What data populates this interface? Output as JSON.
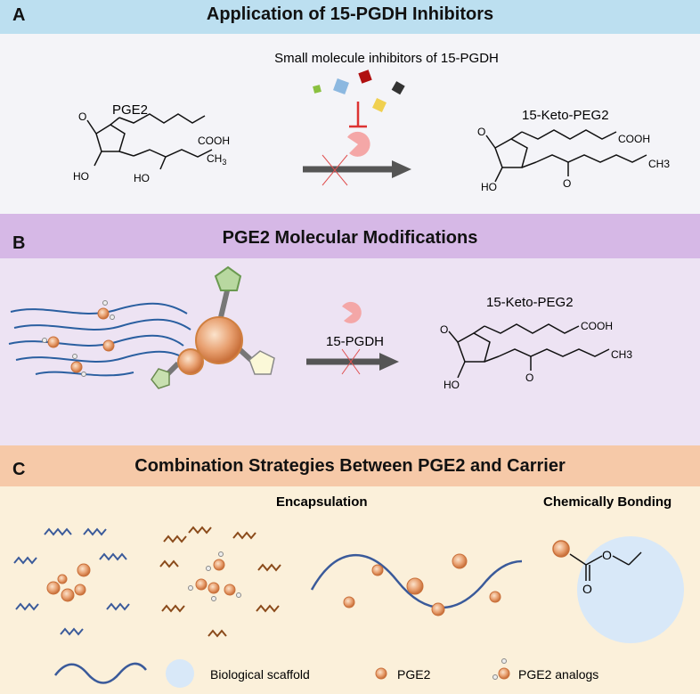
{
  "panelA": {
    "letter": "A",
    "title": "Application of 15-PGDH Inhibitors",
    "subtitle": "Small molecule inhibitors of 15-PGDH",
    "pge2_label": "PGE2",
    "product_label": "15-Keto-PEG2",
    "chem": {
      "o": "O",
      "cooh": "COOH",
      "ch3": "CH",
      "sub3": "3",
      "ho1": "HO",
      "ho2": "HO"
    },
    "product_chem": {
      "o": "O",
      "cooh": "COOH",
      "ch3": "CH3",
      "ho": "HO",
      "keto_o": "O"
    }
  },
  "panelB": {
    "letter": "B",
    "title": "PGE2 Molecular Modifications",
    "enzyme_label": "15-PGDH",
    "product_label": "15-Keto-PEG2",
    "product_chem": {
      "o": "O",
      "cooh": "COOH",
      "ch3": "CH3",
      "ho": "HO",
      "keto_o": "O"
    }
  },
  "panelC": {
    "letter": "C",
    "title": "Combination Strategies Between PGE2 and Carrier",
    "encapsulation_label": "Encapsulation",
    "bonding_label": "Chemically Bonding",
    "ester_o1": "O",
    "ester_o2": "O"
  },
  "legend": {
    "scaffold": "Biological scaffold",
    "pge2": "PGE2",
    "analogs": "PGE2 analogs"
  },
  "colors": {
    "bandA_header": "#bcdff0",
    "bandA_body": "#f4f4f8",
    "bandB_header": "#d6b8e6",
    "bandB_body": "#ede3f3",
    "bandC_header": "#f6c9a8",
    "bandC_body": "#fbf0da",
    "arrow": "#555555",
    "enzyme": "#f4a7a7",
    "inhibitor_red": "#cc3333",
    "blue_wave": "#3a5a9a",
    "brown_wave": "#8a4a1a",
    "pge2_orange": "#e09040",
    "scaffold_blue": "#d8e8f8"
  }
}
